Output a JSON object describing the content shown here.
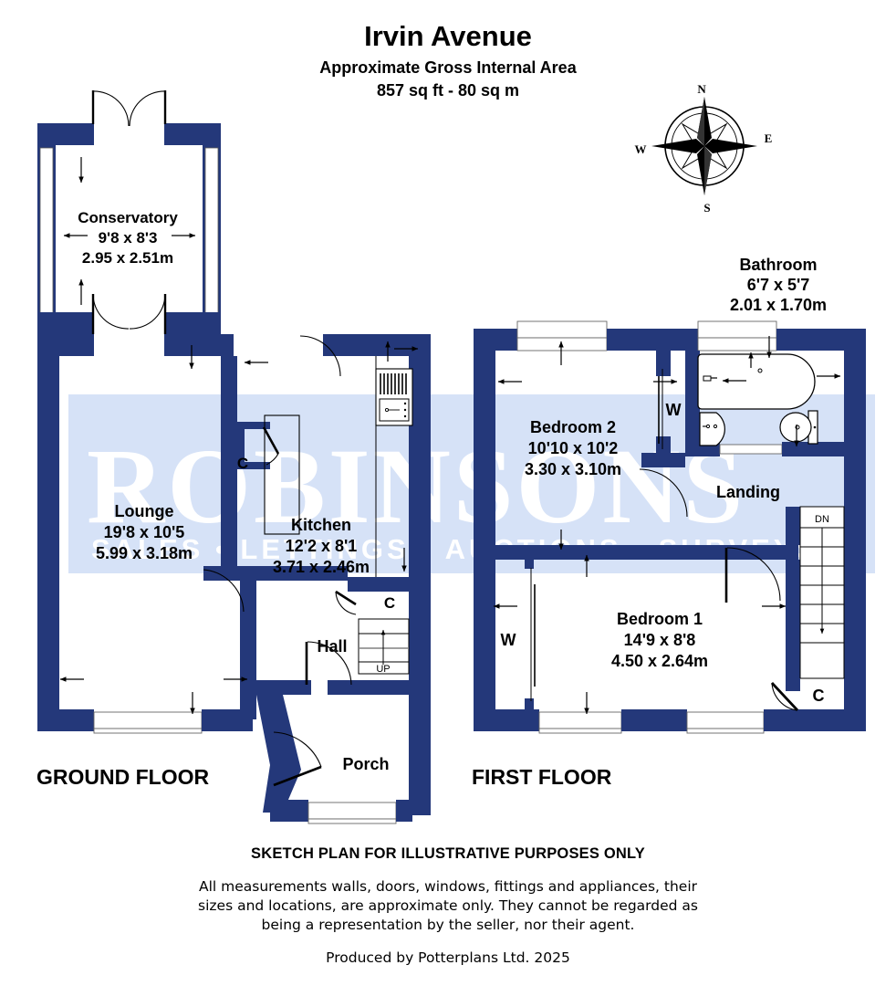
{
  "header": {
    "title": "Irvin Avenue",
    "subtitle": "Approximate Gross Internal Area",
    "area": "857 sq ft - 80 sq m"
  },
  "compass": {
    "north": "N",
    "east": "E",
    "south": "S",
    "west": "W"
  },
  "watermark": {
    "brand": "ROBINSONS",
    "tagline": "SALES  •  LETTINGS  •  AUCTIONS  •  SURVEYS",
    "band_color": "#D6E2F7",
    "text_color": "#FFFFFF"
  },
  "colors": {
    "wall": "#24387A",
    "wall_dark": "#1F3070",
    "background": "#FFFFFF",
    "text": "#000000",
    "fixture_outline": "#000000"
  },
  "floors": [
    {
      "id": "ground",
      "label": "GROUND FLOOR",
      "rooms": [
        {
          "name": "Conservatory",
          "imperial": "9'8 x 8'3",
          "metric": "2.95 x 2.51m"
        },
        {
          "name": "Lounge",
          "imperial": "19'8 x 10'5",
          "metric": "5.99 x 3.18m"
        },
        {
          "name": "Kitchen",
          "imperial": "12'2 x 8'1",
          "metric": "3.71 x 2.46m"
        },
        {
          "name": "Hall",
          "imperial": "",
          "metric": ""
        },
        {
          "name": "Porch",
          "imperial": "",
          "metric": ""
        }
      ],
      "markers": [
        {
          "label": "C",
          "meaning": "cupboard"
        },
        {
          "label": "C",
          "meaning": "cupboard"
        },
        {
          "label": "UP",
          "meaning": "stairs-up"
        }
      ]
    },
    {
      "id": "first",
      "label": "FIRST FLOOR",
      "rooms": [
        {
          "name": "Bathroom",
          "imperial": "6'7 x 5'7",
          "metric": "2.01 x 1.70m"
        },
        {
          "name": "Bedroom 2",
          "imperial": "10'10 x 10'2",
          "metric": "3.30 x 3.10m"
        },
        {
          "name": "Bedroom 1",
          "imperial": "14'9 x 8'8",
          "metric": "4.50 x 2.64m"
        },
        {
          "name": "Landing",
          "imperial": "",
          "metric": ""
        }
      ],
      "markers": [
        {
          "label": "W",
          "meaning": "wardrobe"
        },
        {
          "label": "W",
          "meaning": "wardrobe"
        },
        {
          "label": "C",
          "meaning": "cupboard"
        },
        {
          "label": "DN",
          "meaning": "stairs-down"
        }
      ]
    }
  ],
  "footer": {
    "sketch_note": "SKETCH PLAN FOR ILLUSTRATIVE PURPOSES ONLY",
    "disclaimer_line1": "All measurements walls, doors, windows, fittings and appliances, their",
    "disclaimer_line2": "sizes and locations, are approximate only. They cannot be regarded as",
    "disclaimer_line3": "being a representation by the seller, nor their agent.",
    "produced_by": "Produced by Potterplans Ltd. 2025"
  }
}
